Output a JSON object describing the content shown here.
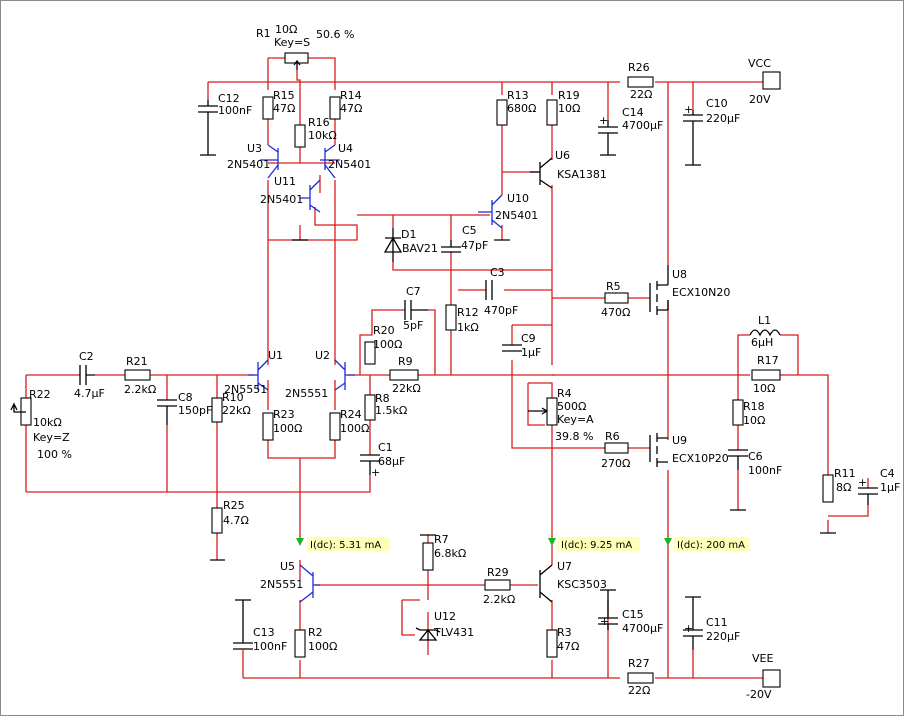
{
  "labels": {
    "R1": "R1",
    "R1_val": "10Ω",
    "R1_key": "Key=S",
    "R1_pct": "50.6 %",
    "C12": "C12",
    "C12_val": "100nF",
    "R15": "R15",
    "R15_val": "47Ω",
    "R16": "R16",
    "R16_val": "10kΩ",
    "R14": "R14",
    "R14_val": "47Ω",
    "U3": "U3",
    "U3_part": "2N5401",
    "U4": "U4",
    "U4_part": "2N5401",
    "U11": "U11",
    "U11_part": "2N5401",
    "R13": "R13",
    "R13_val": "680Ω",
    "R19": "R19",
    "R19_val": "10Ω",
    "R26": "R26",
    "R26_val": "22Ω",
    "VCC": "VCC",
    "VCC_val": "20V",
    "C14": "C14",
    "C14_val": "4700µF",
    "C10": "C10",
    "C10_val": "220µF",
    "U6": "U6",
    "U6_part": "KSA1381",
    "U10": "U10",
    "U10_part": "2N5401",
    "D1": "D1",
    "D1_part": "BAV21",
    "C5": "C5",
    "C5_val": "47pF",
    "U8": "U8",
    "U8_part": "ECX10N20",
    "C3": "C3",
    "C3_val": "470pF",
    "R5": "R5",
    "R5_val": "470Ω",
    "C7": "C7",
    "C7_val": "5pF",
    "R12": "R12",
    "R12_val": "1kΩ",
    "C9": "C9",
    "C9_val": "1µF",
    "L1": "L1",
    "L1_val": "6µH",
    "R20": "R20",
    "R20_val": "100Ω",
    "C2": "C2",
    "C2_val": "4.7µF",
    "R21": "R21",
    "R21_val": "2.2kΩ",
    "U1": "U1",
    "U1_part": "2N5551",
    "U2": "U2",
    "U2_part": "2N5551",
    "R9": "R9",
    "R9_val": "22kΩ",
    "R17": "R17",
    "R17_val": "10Ω",
    "R22": "R22",
    "R22_val": "10kΩ",
    "R22_key": "Key=Z",
    "R22_pct": "100 %",
    "C8": "C8",
    "C8_val": "150pF",
    "R10": "R10",
    "R10_val": "22kΩ",
    "R8": "R8",
    "R8_val": "1.5kΩ",
    "R4": "R4",
    "R4_val": "500Ω",
    "R4_key": "Key=A",
    "R4_pct": "39.8 %",
    "R18": "R18",
    "R18_val": "10Ω",
    "R23": "R23",
    "R23_val": "100Ω",
    "R24": "R24",
    "R24_val": "100Ω",
    "R6": "R6",
    "R6_val": "270Ω",
    "U9": "U9",
    "U9_part": "ECX10P20",
    "C1": "C1",
    "C1_val": "68µF",
    "C6": "C6",
    "C6_val": "100nF",
    "R11": "R11",
    "R11_val": "8Ω",
    "C4": "C4",
    "C4_val": "1µF",
    "R25": "R25",
    "R25_val": "4.7Ω",
    "U5": "U5",
    "U5_part": "2N5551",
    "R7": "R7",
    "R7_val": "6.8kΩ",
    "R29": "R29",
    "R29_val": "2.2kΩ",
    "U7": "U7",
    "U7_part": "KSC3503",
    "U12": "U12",
    "U12_part": "TLV431",
    "C15": "C15",
    "C15_val": "4700µF",
    "C11": "C11",
    "C11_val": "220µF",
    "C13": "C13",
    "C13_val": "100nF",
    "R2": "R2",
    "R2_val": "100Ω",
    "R3": "R3",
    "R3_val": "47Ω",
    "R27": "R27",
    "R27_val": "22Ω",
    "VEE": "VEE",
    "VEE_val": "-20V"
  },
  "probes": [
    {
      "text": "I(dc): 5.31 mA"
    },
    {
      "text": "I(dc): 9.25 mA"
    },
    {
      "text": "I(dc): 200 mA"
    }
  ],
  "colors": {
    "wire": "#d81e1e",
    "component": "#000000",
    "transistor": "#1b2bd8",
    "probe_arrow": "#1fb51f",
    "probe_bg": "#ffffb8"
  }
}
